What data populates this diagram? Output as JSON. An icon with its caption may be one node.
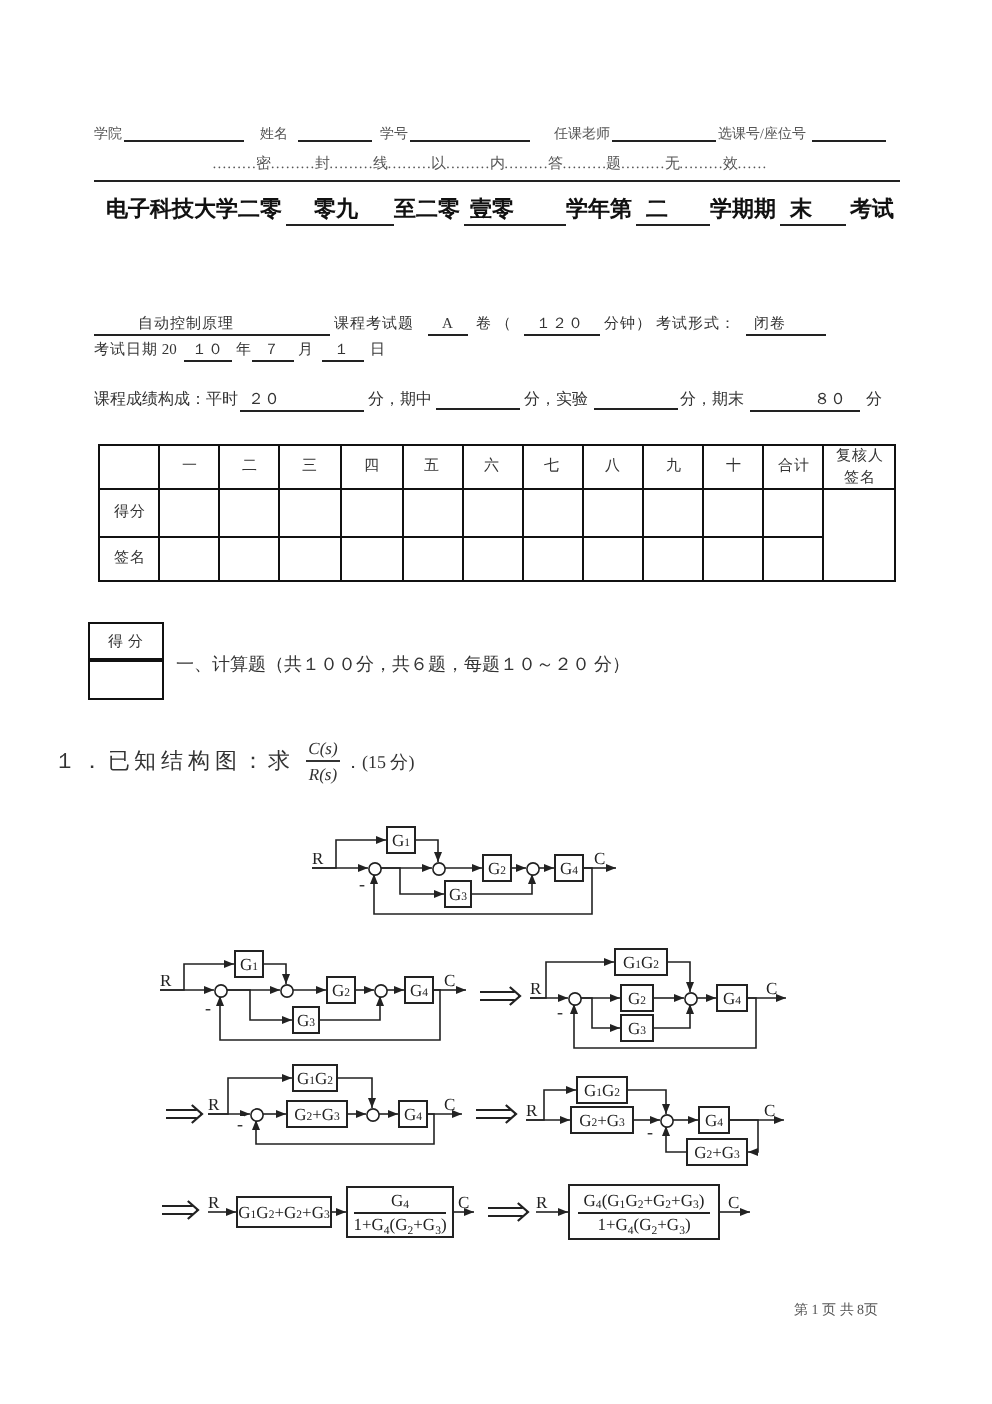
{
  "diagram": {
    "nodes": [
      {
        "text": [
          "R"
        ]
      },
      {
        "text": [
          "G$_{1}$"
        ]
      },
      {
        "text": [],
        "shape": "circle"
      },
      {
        "text": [],
        "shape": "circle"
      },
      {
        "text": [
          "G$_{2}$"
        ]
      },
      {
        "text": [],
        "shape": "circle"
      },
      {
        "text": [
          "G$_{4}$"
        ]
      },
      {
        "text": [
          "C"
        ]
      },
      {
        "text": [
          "G$_{3}$"
        ]
      },
      {
        "text": [
          "R"
        ]
      },
      {
        "text": [
          "G$_{1}$"
        ]
      },
      {
        "text": [],
        "shape": "circle"
      },
      {
        "text": [],
        "shape": "circle"
      },
      {
        "text": [
          "G$_{2}$"
        ]
      },
      {
        "text": [],
        "shape": "circle"
      },
      {
        "text": [
          "G$_{4}$"
        ]
      },
      {
        "text": [
          "C"
        ]
      },
      {
        "text": [
          "G$_{3}$"
        ]
      },
      {
        "text": [
          "R"
        ]
      },
      {
        "text": [
          "G$_{1}$G$_{2}$"
        ]
      },
      {
        "text": [],
        "shape": "circle"
      },
      {
        "text": [
          "G$_{2}$"
        ]
      },
      {
        "text": [],
        "shape": "circle"
      },
      {
        "text": [
          "G$_{4}$"
        ]
      },
      {
        "text": [
          "C"
        ]
      },
      {
        "text": [
          "G$_{3}$"
        ]
      },
      {
        "text": [
          "R"
        ]
      },
      {
        "text": [
          "G$_{1}$G$_{2}$"
        ]
      },
      {
        "text": [],
        "shape": "circle"
      },
      {
        "text": [
          "G$_{2}$+G$_{3}$"
        ]
      },
      {
        "text": [],
        "shape": "circle"
      },
      {
        "text": [
          "G$_{4}$"
        ]
      },
      {
        "text": [
          "C"
        ]
      },
      {
        "text": [
          "R"
        ]
      },
      {
        "text": [
          "G$_{1}$G$_{2}$"
        ]
      },
      {
        "text": [
          "G$_{2}$+G$_{3}$"
        ]
      },
      {
        "text": [],
        "shape": "circle"
      },
      {
        "text": [
          "G$_{4}$"
        ]
      },
      {
        "text": [
          "C"
        ]
      },
      {
        "text": [
          "G$_{2}$+G$_{3}$"
        ]
      },
      {
        "text": [
          "R"
        ]
      },
      {
        "text": [
          "G$_{1}$G$_{2}$+G$_{2}$+G$_{3}$"
        ]
      },
      {
        "text": [
          "G$_{4}$",
          "1+G$_{4}$(G$_{2}$+G$_{3}$)"
        ]
      },
      {
        "text": [
          "C"
        ]
      },
      {
        "text": [
          "R"
        ]
      },
      {
        "text": [
          "G$_{4}$(G$_{1}$G$_{2}$+G$_{2}$+G$_{3}$)",
          "1+G$_{4}$(G$_{2}$+G$_{3}$)"
        ]
      },
      {
        "text": [
          "C"
        ]
      }
    ],
    "edges": [
      {
        "from": 0,
        "to": 2,
        "arrow": "to"
      },
      {
        "from": 0,
        "to": 1,
        "arrow": "to"
      },
      {
        "from": 1,
        "to": 3,
        "arrow": "to"
      },
      {
        "from": 2,
        "to": 3,
        "arrow": "to"
      },
      {
        "from": 2,
        "to": 8,
        "arrow": "to"
      },
      {
        "from": 3,
        "to": 4,
        "arrow": "to"
      },
      {
        "from": 4,
        "to": 5,
        "arrow": "to"
      },
      {
        "from": 8,
        "to": 5,
        "arrow": "to"
      },
      {
        "from": 5,
        "to": 6,
        "arrow": "to"
      },
      {
        "from": 6,
        "to": 7,
        "arrow": "to"
      },
      {
        "from": 6,
        "to": 2,
        "arrow": "to",
        "label": "-"
      },
      {
        "from": 9,
        "to": 11,
        "arrow": "to"
      },
      {
        "from": 9,
        "to": 10,
        "arrow": "to"
      },
      {
        "from": 10,
        "to": 12,
        "arrow": "to"
      },
      {
        "from": 11,
        "to": 12,
        "arrow": "to"
      },
      {
        "from": 11,
        "to": 17,
        "arrow": "to"
      },
      {
        "from": 12,
        "to": 13,
        "arrow": "to"
      },
      {
        "from": 13,
        "to": 14,
        "arrow": "to"
      },
      {
        "from": 17,
        "to": 14,
        "arrow": "to"
      },
      {
        "from": 14,
        "to": 15,
        "arrow": "to"
      },
      {
        "from": 15,
        "to": 16,
        "arrow": "to"
      },
      {
        "from": 15,
        "to": 11,
        "arrow": "to",
        "label": "-"
      },
      {
        "from": 18,
        "to": 20,
        "arrow": "to"
      },
      {
        "from": 18,
        "to": 19,
        "arrow": "to"
      },
      {
        "from": 19,
        "to": 22,
        "arrow": "to"
      },
      {
        "from": 20,
        "to": 21,
        "arrow": "to"
      },
      {
        "from": 20,
        "to": 25,
        "arrow": "to"
      },
      {
        "from": 21,
        "to": 22,
        "arrow": "to"
      },
      {
        "from": 25,
        "to": 22,
        "arrow": "to"
      },
      {
        "from": 22,
        "to": 23,
        "arrow": "to"
      },
      {
        "from": 23,
        "to": 24,
        "arrow": "to"
      },
      {
        "from": 23,
        "to": 20,
        "arrow": "to",
        "label": "-"
      },
      {
        "from": 26,
        "to": 28,
        "arrow": "to"
      },
      {
        "from": 26,
        "to": 27,
        "arrow": "to"
      },
      {
        "from": 27,
        "to": 30,
        "arrow": "to"
      },
      {
        "from": 28,
        "to": 29,
        "arrow": "to"
      },
      {
        "from": 29,
        "to": 30,
        "arrow": "to"
      },
      {
        "from": 30,
        "to": 31,
        "arrow": "to"
      },
      {
        "from": 31,
        "to": 32,
        "arrow": "to"
      },
      {
        "from": 31,
        "to": 28,
        "arrow": "to",
        "label": "-"
      },
      {
        "from": 33,
        "to": 34,
        "arrow": "to"
      },
      {
        "from": 33,
        "to": 35,
        "arrow": "to"
      },
      {
        "from": 34,
        "to": 36,
        "arrow": "to"
      },
      {
        "from": 35,
        "to": 36,
        "arrow": "to"
      },
      {
        "from": 36,
        "to": 37,
        "arrow": "to"
      },
      {
        "from": 37,
        "to": 38,
        "arrow": "to"
      },
      {
        "from": 37,
        "to": 39,
        "arrow": "to"
      },
      {
        "from": 39,
        "to": 36,
        "arrow": "to",
        "label": "-"
      },
      {
        "from": 40,
        "to": 41,
        "arrow": "to"
      },
      {
        "from": 41,
        "to": 42,
        "arrow": "to"
      },
      {
        "from": 42,
        "to": 43,
        "arrow": "to"
      },
      {
        "from": 44,
        "to": 45,
        "arrow": "to"
      },
      {
        "from": 45,
        "to": 46,
        "arrow": "to"
      },
      {
        "from": 16,
        "to": 18,
        "arrow": "to"
      },
      {
        "from": null,
        "to": 26,
        "arrow": "to"
      },
      {
        "from": 32,
        "to": 33,
        "arrow": "to"
      },
      {
        "from": null,
        "to": 40,
        "arrow": "to"
      },
      {
        "from": 43,
        "to": 44,
        "arrow": "to"
      }
    ],
    "labels": [
      "学院",
      "姓名",
      "学号",
      "任课老师",
      "选课号/座位号",
      "………密………封………线………以………内………答………题………无………效……",
      "电子科技大学二零",
      "零九",
      "至二零",
      "壹零",
      "学年第",
      "二",
      "学期期",
      "末",
      "考试",
      "自动控制原理",
      "课程考试题",
      "A",
      "卷 （",
      "１２０",
      "分钟） 考试形式：",
      "闭卷",
      "考试日期 20",
      "１０",
      "年",
      "７",
      "月",
      "１",
      "日",
      "课程成绩构成：平时",
      "２０",
      "分，期中",
      "分，实验",
      "分，期末",
      "８０",
      "分",
      "一",
      "二",
      "三",
      "四",
      "五",
      "六",
      "七",
      "八",
      "九",
      "十",
      "合计",
      "复核人签名",
      "得分",
      "签名",
      "得 分",
      "一、计算题（共１００分，共６题，每题１０～２０ 分）",
      "１．已知结构图：求",
      "C(s)",
      "R(s)",
      "．(15 分)",
      "第 1 页 共 8页"
    ]
  }
}
